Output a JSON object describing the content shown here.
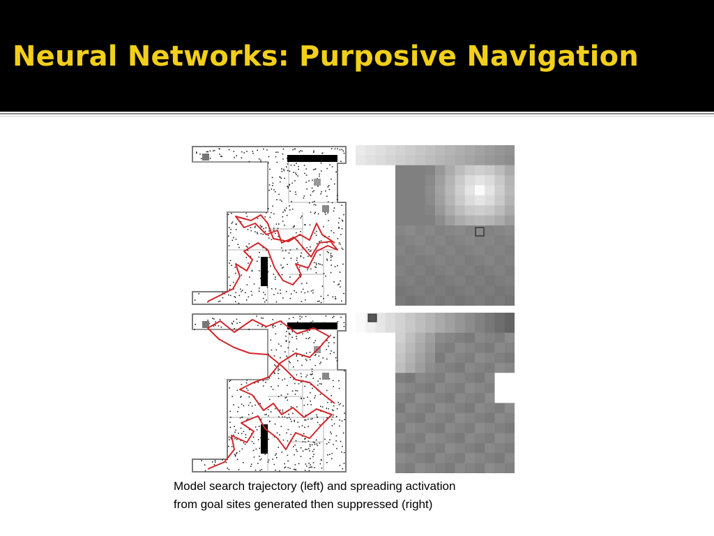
{
  "slide": {
    "title": "Neural Networks: Purposive Navigation",
    "caption_lines": [
      "Model search trajectory (left) and spreading activation",
      "from goal sites generated then suppressed (right)"
    ]
  },
  "colors": {
    "title_bar": "#000000",
    "title_text": "#f2cf19",
    "trajectory": "#d0262b",
    "wall": "#7a7a7a"
  }
}
